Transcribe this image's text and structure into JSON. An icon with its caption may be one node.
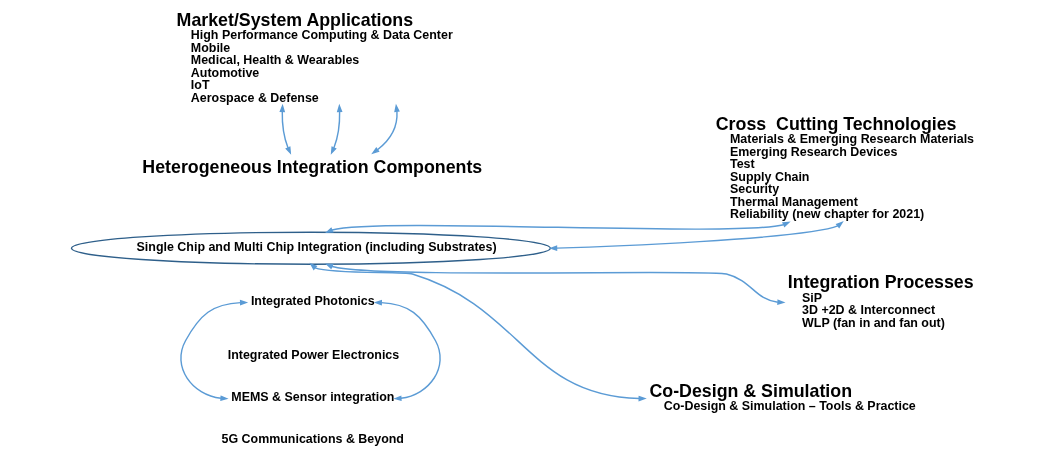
{
  "diagram": {
    "nodes": [
      {
        "text": [
          "Market/System Applications",
          "High Performance Computing & Data Center",
          "Mobile",
          "Medical, Health & Wearables",
          "Automotive",
          "IoT",
          "Aerospace & Defense"
        ]
      },
      {
        "text": [
          "Heterogeneous Integration Components"
        ]
      },
      {
        "text": [
          "Single Chip and Multi Chip Integration (including Substrates)"
        ]
      },
      {
        "text": [
          "Integrated Photonics"
        ]
      },
      {
        "text": [
          "Integrated Power Electronics"
        ]
      },
      {
        "text": [
          "MEMS & Sensor integration"
        ]
      },
      {
        "text": [
          "5G Communications & Beyond"
        ]
      },
      {
        "text": [
          "Cross  Cutting Technologies",
          "Materials & Emerging Research Materials",
          "Emerging Research Devices",
          "Test",
          "Supply Chain",
          "Security",
          "Thermal Management",
          "Reliability (new chapter for 2021)"
        ]
      },
      {
        "text": [
          "Integration Processes",
          "SiP",
          "3D +2D & Interconnect",
          "WLP (fan in and fan out)"
        ]
      },
      {
        "text": [
          "Co-Design & Simulation",
          "Co-Design & Simulation – Tools & Practice"
        ]
      }
    ],
    "edges": [
      {
        "from": 0,
        "to": 1,
        "arrow": "both"
      },
      {
        "from": 0,
        "to": 1,
        "arrow": "both"
      },
      {
        "from": 0,
        "to": 1,
        "arrow": "both"
      },
      {
        "from": 7,
        "to": 2,
        "arrow": "both"
      },
      {
        "from": 7,
        "to": 2,
        "arrow": "both"
      },
      {
        "from": 8,
        "to": 2,
        "arrow": "both"
      },
      {
        "from": 9,
        "to": 2,
        "arrow": "both"
      },
      {
        "from": 3,
        "to": 5,
        "arrow": "both"
      },
      {
        "from": 3,
        "to": 5,
        "arrow": "both"
      }
    ]
  }
}
